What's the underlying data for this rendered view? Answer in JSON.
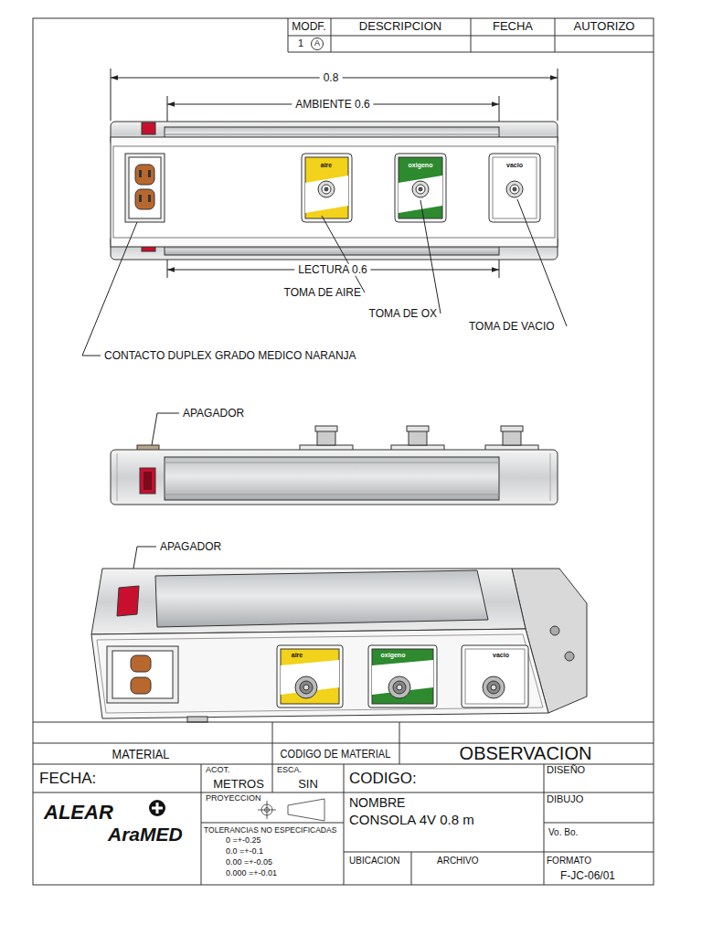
{
  "diagram": {
    "labels": [
      "MODF.",
      "DESCRIPCION",
      "FECHA",
      "AUTORIZO",
      "1",
      "A",
      "0.8",
      "AMBIENTE 0.6",
      "LECTURA 0.6",
      "TOMA DE AIRE",
      "TOMA DE OX",
      "TOMA DE VACIO",
      "CONTACTO DUPLEX GRADO MEDICO NARANJA",
      "APAGADOR",
      "APAGADOR",
      "MATERIAL",
      "CODIGO DE MATERIAL",
      "OBSERVACION",
      "FECHA:",
      "ACOT.",
      "METROS",
      "ESCA.",
      "SIN",
      "CODIGO:",
      "DISEÑO",
      "PROYECCION",
      "NOMBRE",
      "CONSOLA 4V 0.8 m",
      "DIBUJO",
      "TOLERANCIAS NO ESPECIFICADAS",
      "0 =+-0.25",
      "0.0 =+-0.1",
      "0.00 =+-0.05",
      "0.000 =+-0.01",
      "Vo. Bo.",
      "UBICACION",
      "ARCHIVO",
      "FORMATO",
      "F-JC-06/01",
      "ALEAR",
      "AraMED",
      "aire",
      "oxigeno",
      "vacio",
      "aire",
      "oxigeno",
      "vacio"
    ]
  }
}
